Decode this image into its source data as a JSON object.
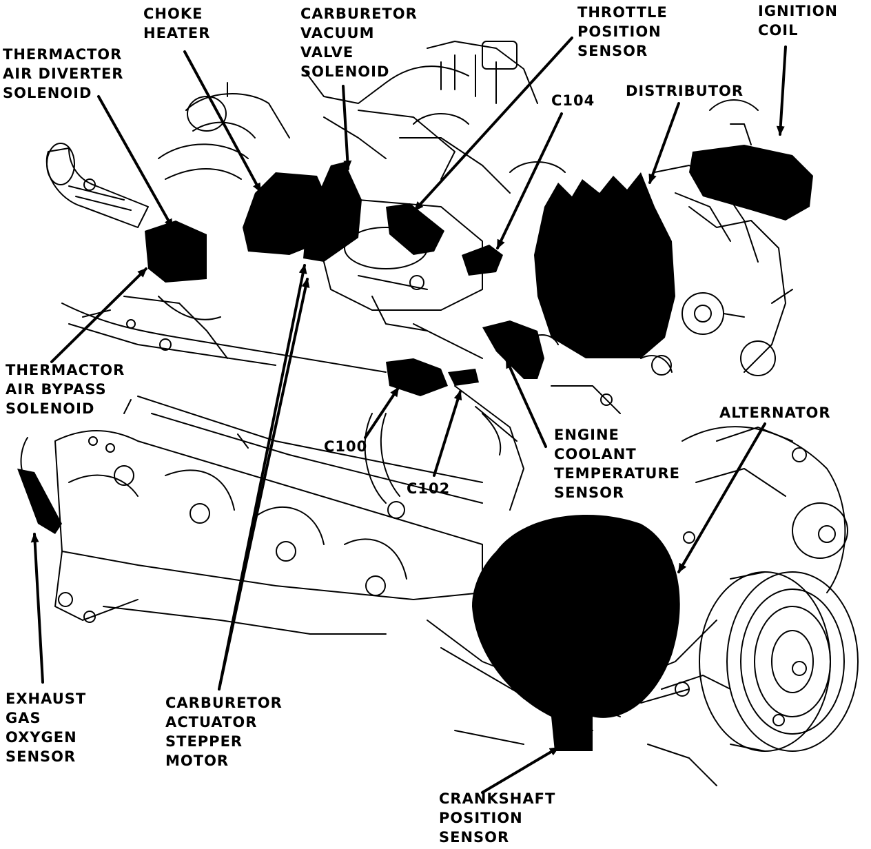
{
  "labels": {
    "choke_heater": [
      "CHOKE",
      "HEATER"
    ],
    "carb_vacuum_valve_solenoid": [
      "CARBURETOR",
      "VACUUM",
      "VALVE",
      "SOLENOID"
    ],
    "throttle_position_sensor": [
      "THROTTLE",
      "POSITION",
      "SENSOR"
    ],
    "ignition_coil": [
      "IGNITION",
      "COIL"
    ],
    "thermactor_air_diverter_solenoid": [
      "THERMACTOR",
      "AIR DIVERTER",
      "SOLENOID"
    ],
    "c104": [
      "C104"
    ],
    "distributor": [
      "DISTRIBUTOR"
    ],
    "thermactor_air_bypass_solenoid": [
      "THERMACTOR",
      "AIR BYPASS",
      "SOLENOID"
    ],
    "alternator": [
      "ALTERNATOR"
    ],
    "c100": [
      "C100"
    ],
    "engine_coolant_temperature_sensor": [
      "ENGINE",
      "COOLANT",
      "TEMPERATURE",
      "SENSOR"
    ],
    "c102": [
      "C102"
    ],
    "exhaust_gas_oxygen_sensor": [
      "EXHAUST",
      "GAS",
      "OXYGEN",
      "SENSOR"
    ],
    "carburetor_actuator_stepper_motor": [
      "CARBURETOR",
      "ACTUATOR",
      "STEPPER",
      "MOTOR"
    ],
    "crankshaft_position_sensor": [
      "CRANKSHAFT",
      "POSITION",
      "SENSOR"
    ]
  },
  "colors": {
    "ink": "#000000",
    "paper": "#ffffff"
  }
}
